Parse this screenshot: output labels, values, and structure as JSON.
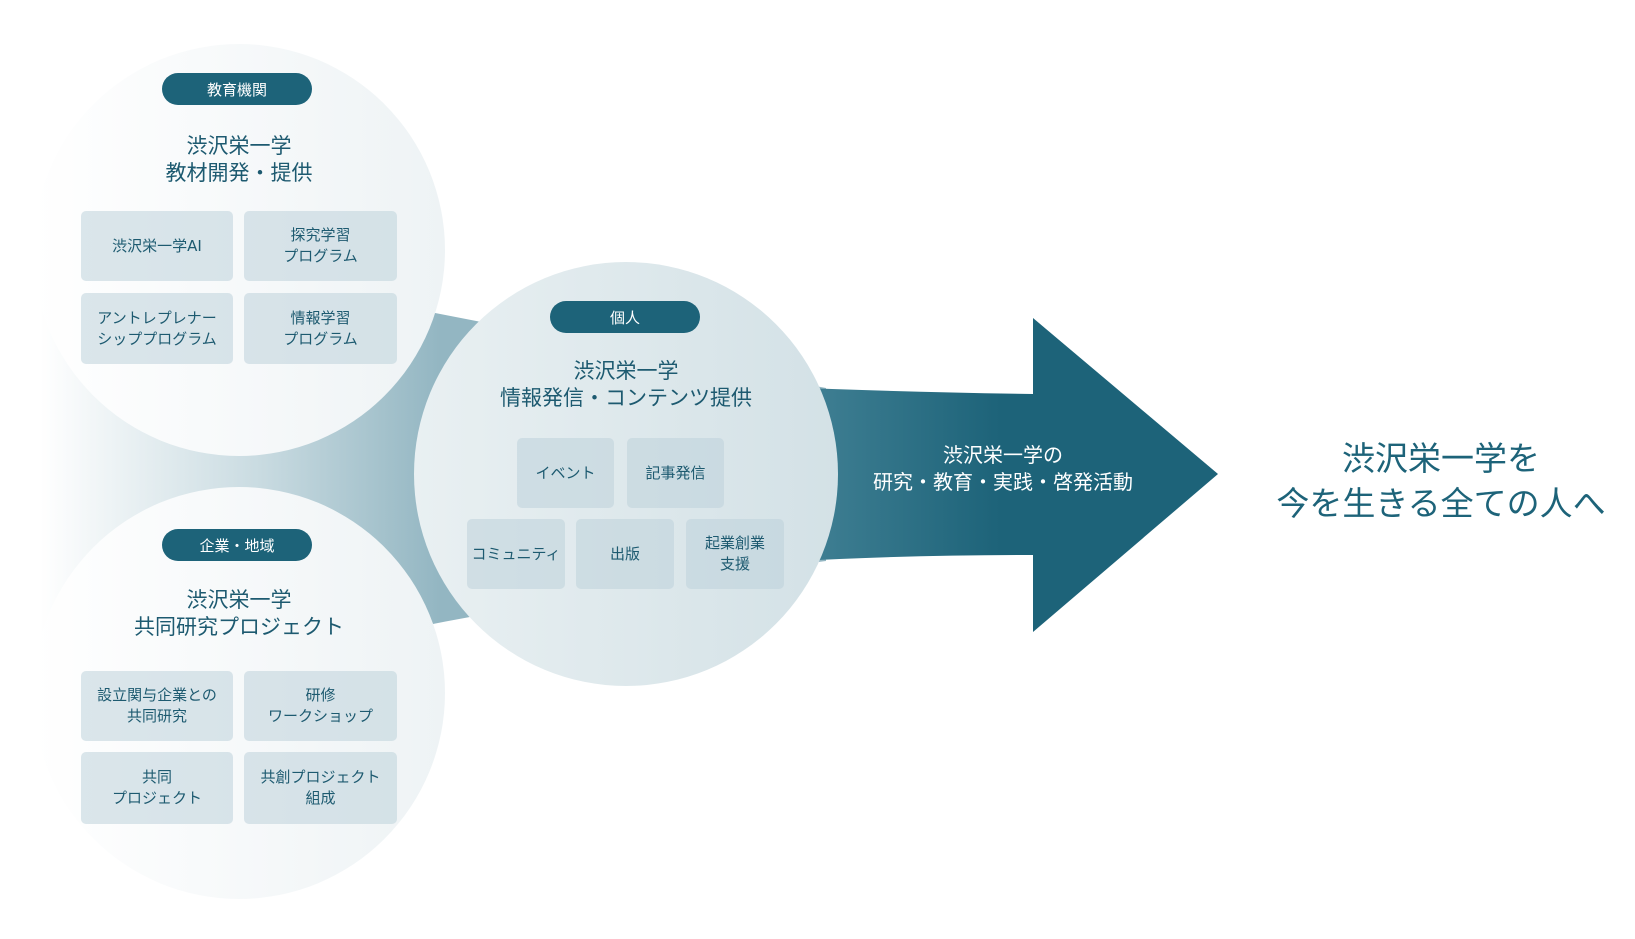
{
  "education": {
    "badge": "教育機関",
    "title_line1": "渋沢栄一学",
    "title_line2": "教材開発・提供",
    "items": [
      "渋沢栄一学AI",
      "探究学習\nプログラム",
      "アントレプレナー\nシッププログラム",
      "情報学習\nプログラム"
    ]
  },
  "individual": {
    "badge": "個人",
    "title_line1": "渋沢栄一学",
    "title_line2": "情報発信・コンテンツ提供",
    "items": [
      "イベント",
      "記事発信",
      "コミュニティ",
      "出版",
      "起業創業\n支援"
    ]
  },
  "corporate": {
    "badge": "企業・地域",
    "title_line1": "渋沢栄一学",
    "title_line2": "共同研究プロジェクト",
    "items": [
      "設立関与企業との\n共同研究",
      "研修\nワークショップ",
      "共同\nプロジェクト",
      "共創プロジェクト\n組成"
    ]
  },
  "arrow": {
    "line1": "渋沢栄一学の",
    "line2": "研究・教育・実践・啓発活動"
  },
  "slogan": {
    "line1": "渋沢栄一学を",
    "line2": "今を生きる全ての人へ"
  },
  "colors": {
    "primary": "#1d6379",
    "light": "#d6e3e8",
    "mid": "#9dbcc7"
  }
}
